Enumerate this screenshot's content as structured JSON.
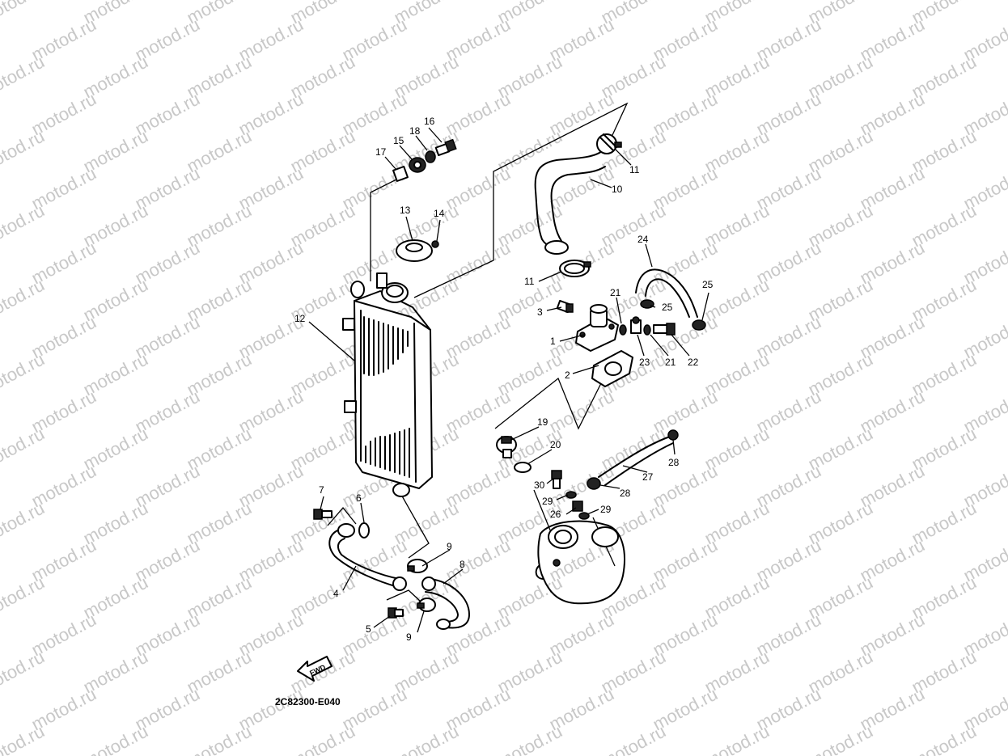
{
  "watermark": "motod.ru",
  "diagram_code": "2C82300-E040",
  "fwd_label": "FWD",
  "callouts": [
    "1",
    "2",
    "3",
    "4",
    "5",
    "6",
    "7",
    "8",
    "9",
    "9",
    "10",
    "11",
    "11",
    "12",
    "13",
    "14",
    "15",
    "16",
    "17",
    "18",
    "19",
    "20",
    "21",
    "21",
    "22",
    "23",
    "24",
    "25",
    "25",
    "26",
    "27",
    "28",
    "28",
    "29",
    "29",
    "30"
  ]
}
